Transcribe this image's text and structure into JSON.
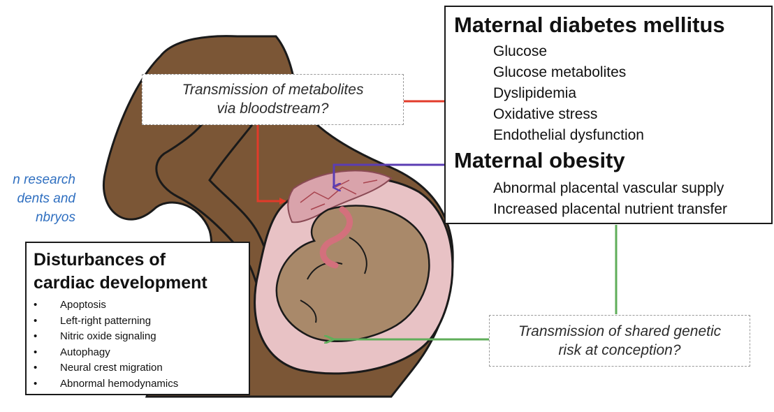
{
  "colors": {
    "skin": "#7b5636",
    "skin_outline": "#1a1a1a",
    "placenta": "#d9a3ab",
    "uterus": "#e8c2c5",
    "fetus": "#a9896a",
    "cord": "#d3707c",
    "red_arrow": "#e23b2a",
    "purple_arrow": "#5b3db3",
    "green_arrow": "#5fae5a",
    "gray_arrow": "#8c8c8c",
    "side_note_text": "#2f6fc0"
  },
  "diabetes_box": {
    "title": "Maternal diabetes mellitus",
    "items": [
      "Glucose",
      "Glucose metabolites",
      "Dyslipidemia",
      "Oxidative stress",
      "Endothelial dysfunction"
    ],
    "obesity_title": "Maternal obesity",
    "obesity_items": [
      "Abnormal placental vascular supply",
      "Increased placental nutrient transfer"
    ]
  },
  "transmission_metabolites": {
    "line1": "Transmission of metabolites",
    "line2": "via bloodstream?"
  },
  "transmission_genetic": {
    "line1": "Transmission of shared genetic",
    "line2": "risk at conception?"
  },
  "cardiac_box": {
    "title_line1": "Disturbances of",
    "title_line2": "cardiac development",
    "items": [
      "Apoptosis",
      "Left-right patterning",
      "Nitric oxide signaling",
      "Autophagy",
      "Neural crest migration",
      "Abnormal hemodynamics"
    ]
  },
  "side_note": {
    "line1": "n research",
    "line2": "dents and",
    "line3": "nbryos"
  }
}
